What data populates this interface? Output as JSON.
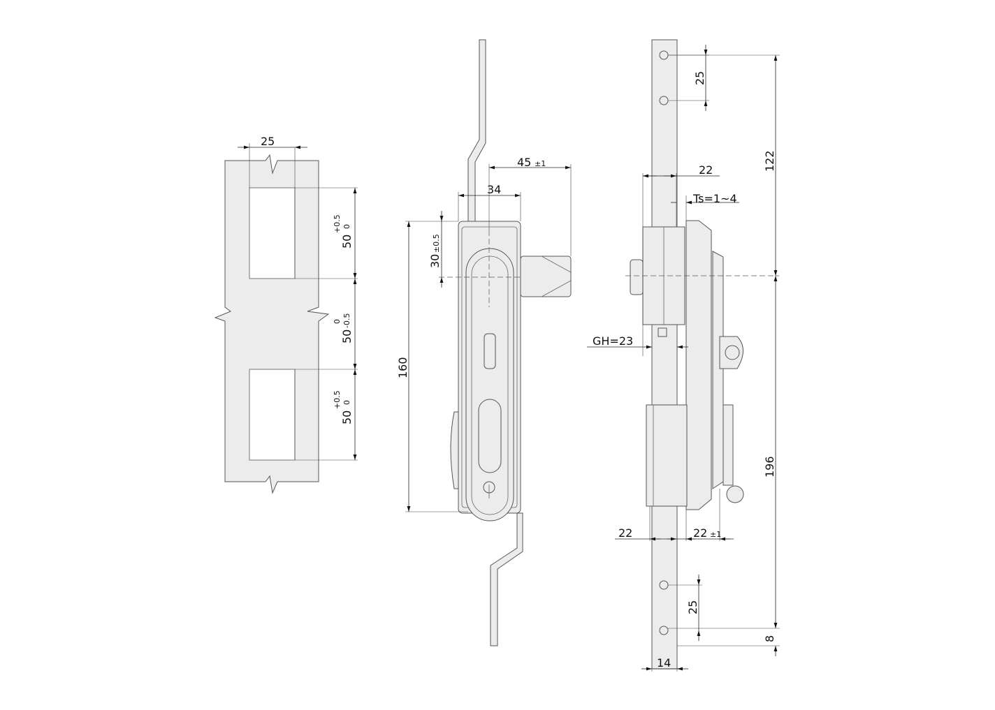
{
  "cutout_view": {
    "width": "25",
    "window_top": {
      "value": "50",
      "tol_upper": "+0.5",
      "tol_lower": "0"
    },
    "gap": {
      "value": "50",
      "tol_upper": "0",
      "tol_lower": "-0.5"
    },
    "window_bottom": {
      "value": "50",
      "tol_upper": "+0.5",
      "tol_lower": "0"
    }
  },
  "front_view": {
    "latch_reach": "45",
    "latch_reach_tol": "±1",
    "body_width": "34",
    "center_offset": "30",
    "center_offset_tol": "±0.5",
    "body_height": "160"
  },
  "side_view": {
    "hole_pitch_top": "25",
    "top_length": "122",
    "bottom_length": "196",
    "end_offset": "8",
    "top_depth": "22",
    "ts": "Ts=1~4",
    "gh": "GH=23",
    "bottom_depth_left": "22",
    "bottom_depth_right": "22",
    "bottom_depth_right_tol": "±1",
    "hole_pitch_bottom": "25",
    "strip_width": "14"
  }
}
